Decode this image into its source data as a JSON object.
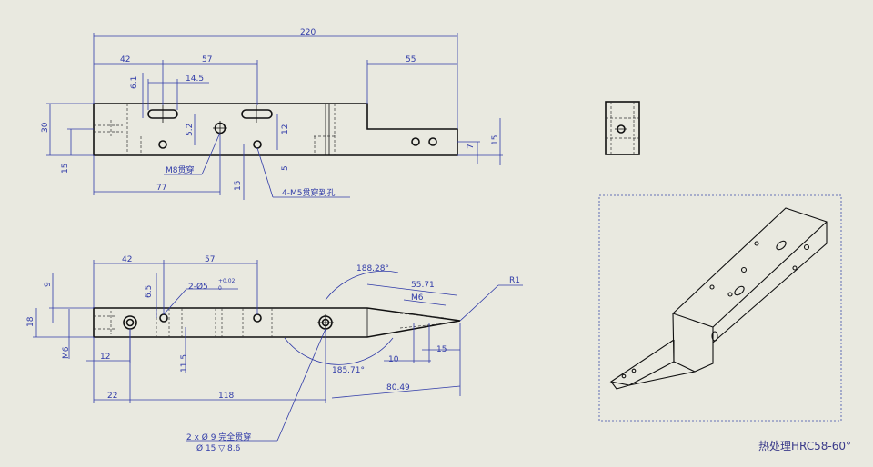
{
  "top_view": {
    "dims": {
      "overall": "220",
      "d42": "42",
      "d57": "57",
      "d55": "55",
      "d14_5": "14.5",
      "d6_1": "6.1",
      "d30": "30",
      "d15_left": "15",
      "d5_2": "5.2",
      "d12": "12",
      "d5": "5",
      "d7": "7",
      "d15_right": "15",
      "d77": "77",
      "d15_bottom": "15"
    },
    "callouts": {
      "m8": "M8贯穿",
      "m5": "4-M5贯穿到孔"
    }
  },
  "front_view": {
    "dims": {
      "d42": "42",
      "d57": "57",
      "d6_5": "6.5",
      "d9": "9",
      "d18": "18",
      "m6": "M6",
      "d12": "12",
      "d11_5": "11.5",
      "d22": "22",
      "d118": "118",
      "ang1": "188.28°",
      "ang2": "185.71°",
      "d55_71": "55.71",
      "m6b": "M6",
      "d10": "10",
      "d15": "15",
      "d80_49": "80.49",
      "r1": "R1"
    },
    "callouts": {
      "holes_prefix": "2-Ø5",
      "tol_up": "+0.02",
      "tol_dn": "0",
      "thru_line1": "2 x  Ø 9 完全贯穿",
      "thru_line2": "Ø 15 ▽ 8.6"
    }
  },
  "note": "热处理HRC58-60°"
}
